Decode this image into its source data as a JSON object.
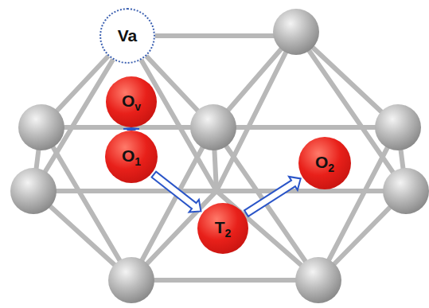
{
  "diagram": {
    "nodes": [
      {
        "text": [
          "Va"
        ]
      },
      {
        "text": [
          "Ov"
        ]
      },
      {
        "text": [
          "O1"
        ]
      },
      {
        "text": [
          "T2"
        ]
      },
      {
        "text": [
          "O2"
        ]
      }
    ],
    "edges": [
      {
        "from": 1,
        "to": 2,
        "arrow": "to"
      },
      {
        "from": 2,
        "to": 3,
        "arrow": "to"
      },
      {
        "from": 3,
        "to": 4,
        "arrow": "to"
      }
    ]
  }
}
